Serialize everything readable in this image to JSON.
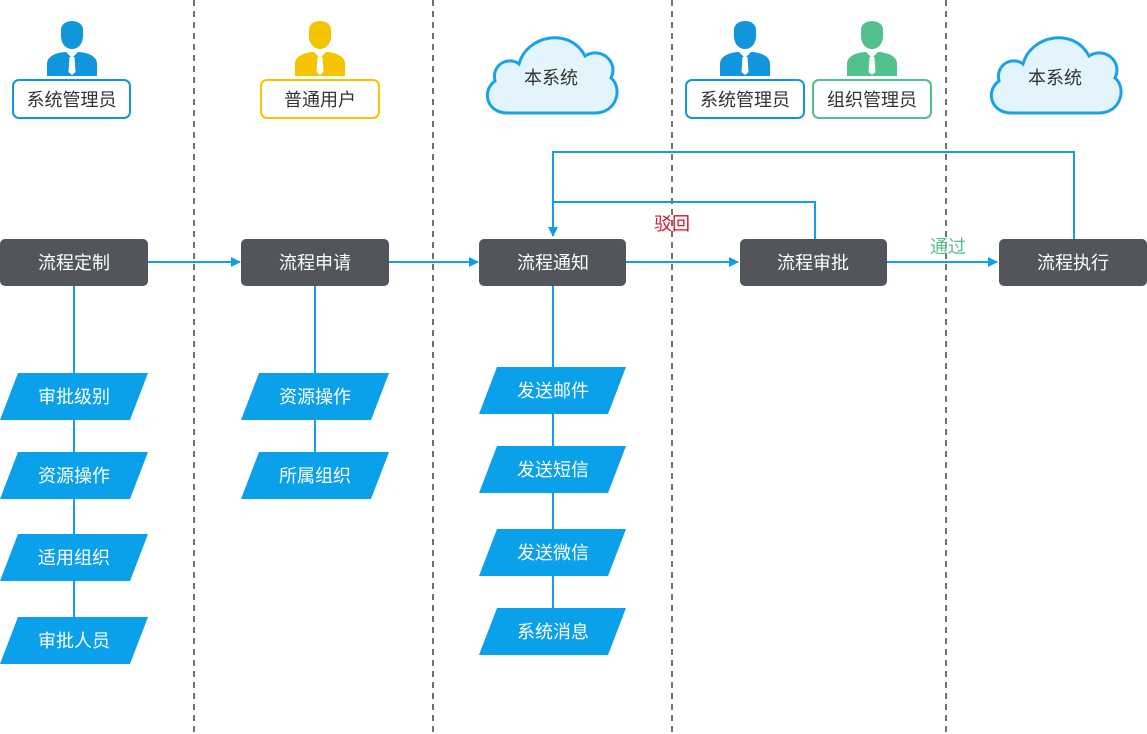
{
  "colors": {
    "blue_actor": "#1296db",
    "yellow_actor": "#f5c400",
    "green_actor": "#52c18c",
    "step_fill": "#52555c",
    "param_fill": "#0aa0ea",
    "line": "#139fe6",
    "cloud_fill": "#e4f4fc",
    "cloud_stroke": "#1aa2e8",
    "reject_text": "#d9122b",
    "pass_text": "#52c18c"
  },
  "actors": [
    {
      "label": "系统管理员",
      "color": "blue"
    },
    {
      "label": "普通用户",
      "color": "yellow"
    },
    {
      "label": "系统管理员",
      "color": "blue"
    },
    {
      "label": "组织管理员",
      "color": "green"
    }
  ],
  "systems": [
    {
      "label": "本系统"
    },
    {
      "label": "本系统"
    }
  ],
  "steps": [
    {
      "label": "流程定制"
    },
    {
      "label": "流程申请"
    },
    {
      "label": "流程通知"
    },
    {
      "label": "流程审批"
    },
    {
      "label": "流程执行"
    }
  ],
  "step_params": [
    [
      "审批级别",
      "资源操作",
      "适用组织",
      "审批人员"
    ],
    [
      "资源操作",
      "所属组织"
    ],
    [
      "发送邮件",
      "发送短信",
      "发送微信",
      "系统消息"
    ]
  ],
  "edges": {
    "reject": "驳回",
    "pass": "通过"
  }
}
